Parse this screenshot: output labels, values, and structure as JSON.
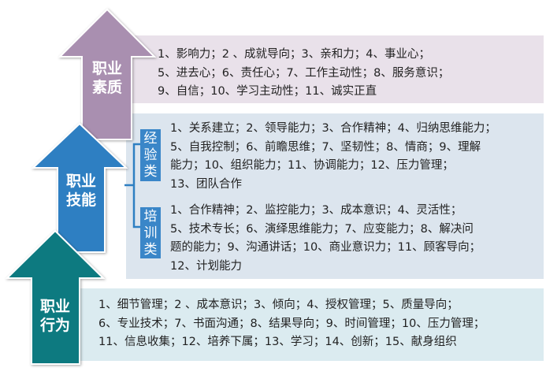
{
  "quality": {
    "title_lines": [
      "职业",
      "素质"
    ],
    "lines": [
      "1、影响力；2 、成就导向；3、亲和力；4、事业心；",
      "5、进去心；6、责任心；7、工作主动性；8、服务意识；",
      "9、自信；10、学习主动性；11、诚实正直"
    ],
    "color": "#a98fb0"
  },
  "skills": {
    "title_lines": [
      "职业",
      "技能"
    ],
    "color": "#2e7fc2",
    "experience": {
      "label": [
        "经",
        "验",
        "类"
      ],
      "lines": [
        "1、关系建立；2、领导能力；3、合作精神；4、归纳思维能力；",
        "5、自我控制；6、前瞻思维；7、坚韧性；8、情商；9、理解",
        "能力；10、组织能力；11、协调能力；12、压力管理；",
        "13、团队合作"
      ]
    },
    "training": {
      "label": [
        "培",
        "训",
        "类"
      ],
      "lines": [
        "1、合作精神；2、监控能力；3、成本意识；4、灵活性；",
        "5、技术专长；6、演绎思维能力；7、应变能力；8、解决问",
        "题的能力；9、沟通讲话；10、商业意识力；11、顾客导向；",
        "12、计划能力"
      ]
    }
  },
  "behavior": {
    "title_lines": [
      "职业",
      "行为"
    ],
    "lines": [
      "1、细节管理；2 、成本意识；3、倾向；4、授权管理；5、质量导向；",
      "6、专业技术；7、书面沟通；8、结果导向；9、时间管理；10、压力管理；",
      "11、信息收集；12、培养下属；13、学习；14、创新；15、献身组织"
    ],
    "color": "#0d7a80"
  }
}
